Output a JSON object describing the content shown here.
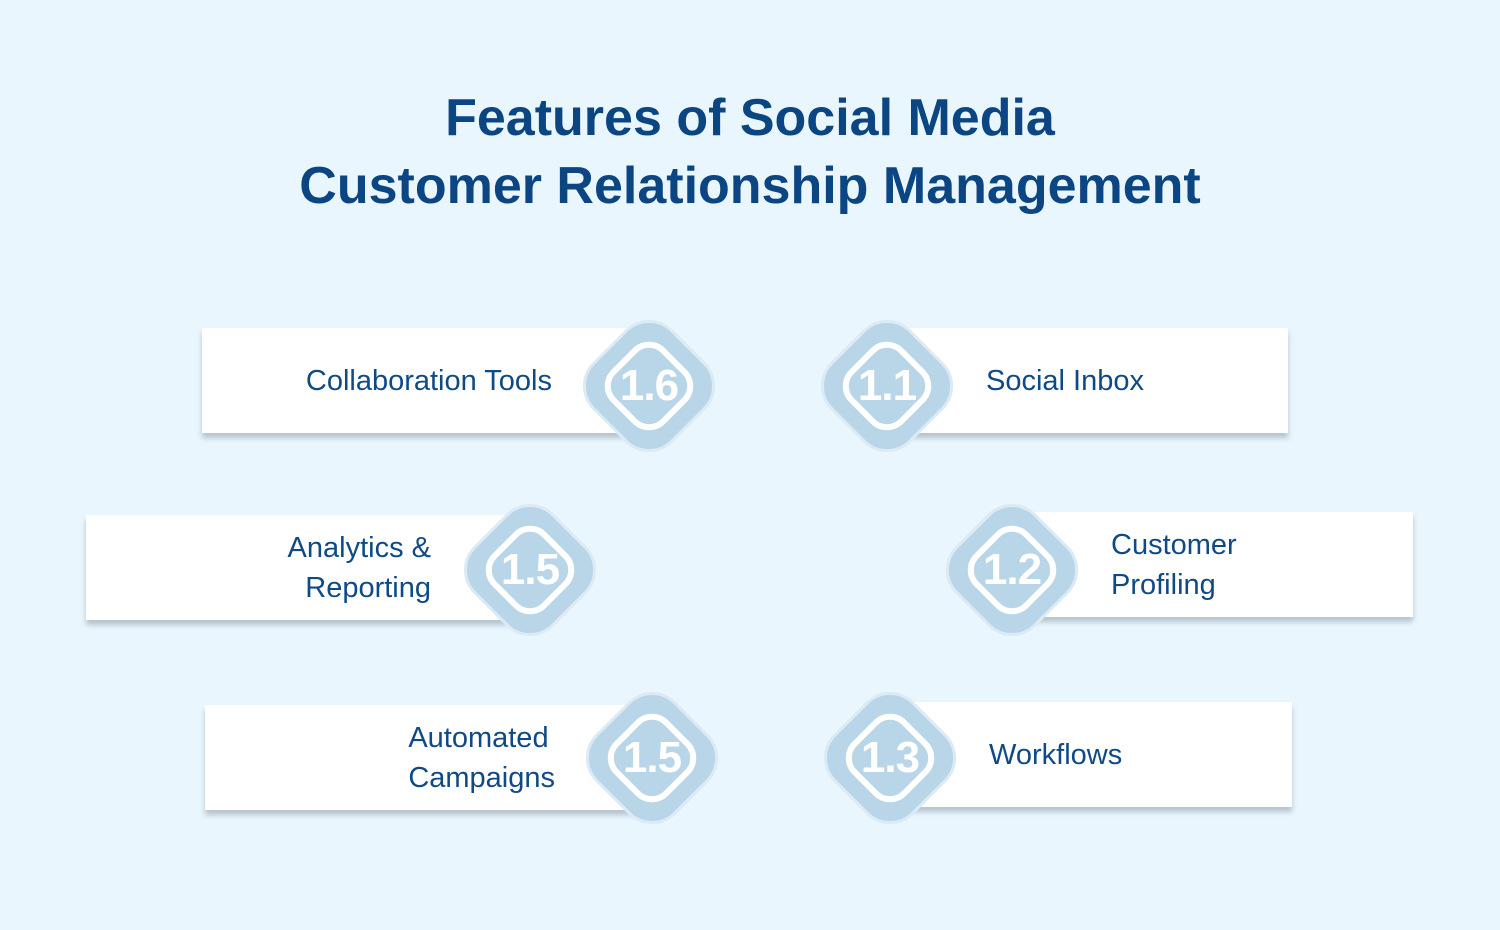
{
  "title": {
    "line1": "Features of Social Media",
    "line2": "Customer Relationship Management"
  },
  "features": {
    "collaboration_tools": {
      "number": "1.6",
      "label": "Collaboration Tools"
    },
    "social_inbox": {
      "number": "1.1",
      "label": "Social Inbox"
    },
    "analytics_reporting": {
      "number": "1.5",
      "label_line1": "Analytics &",
      "label_line2": "Reporting"
    },
    "customer_profiling": {
      "number": "1.2",
      "label_line1": "Customer",
      "label_line2": "Profiling"
    },
    "automated_campaigns": {
      "number": "1.5",
      "label_line1": "Automated",
      "label_line2": "Campaigns"
    },
    "workflows": {
      "number": "1.3",
      "label": "Workflows"
    }
  },
  "colors": {
    "background": "#e9f6fd",
    "title": "#0b4582",
    "label": "#0f4a86",
    "badge_fill": "#b9d6e8",
    "badge_ring": "#ffffff"
  }
}
